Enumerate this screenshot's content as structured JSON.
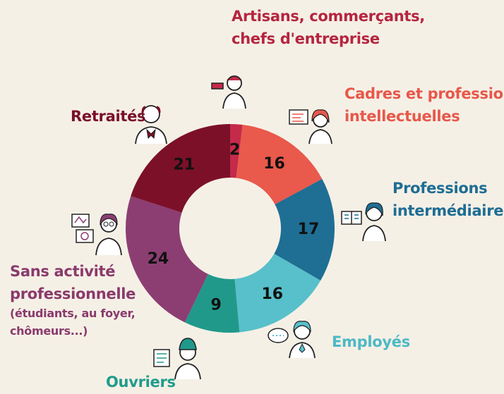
{
  "chart_data": {
    "type": "pie",
    "title": "",
    "categories": [
      "Artisans, commerçants, chefs d'entreprise",
      "Cadres et professions intellectuelles",
      "Professions intermédiaires",
      "Employés",
      "Ouvriers",
      "Sans activité professionnelle (étudiants, au foyer, chômeurs...)",
      "Retraités"
    ],
    "values": [
      2,
      16,
      17,
      16,
      9,
      24,
      21
    ],
    "colors": [
      "#c42a49",
      "#e9594c",
      "#1f6e94",
      "#57c0ca",
      "#20998b",
      "#8c3e72",
      "#7c1029"
    ],
    "value_label_color": "#111111",
    "donut": true
  },
  "labels": {
    "artisans": [
      "Artisans, commerçants,",
      "chefs d'entreprise"
    ],
    "cadres": [
      "Cadres et professions",
      "intellectuelles"
    ],
    "prof_int": [
      "Professions",
      "intermédiaires"
    ],
    "employes": "Employés",
    "ouvriers": "Ouvriers",
    "sans_activite": [
      "Sans activité",
      "professionnelle"
    ],
    "sans_activite_note": [
      "(étudiants, au foyer,",
      "chômeurs...)"
    ],
    "retraites": "Retraités"
  }
}
